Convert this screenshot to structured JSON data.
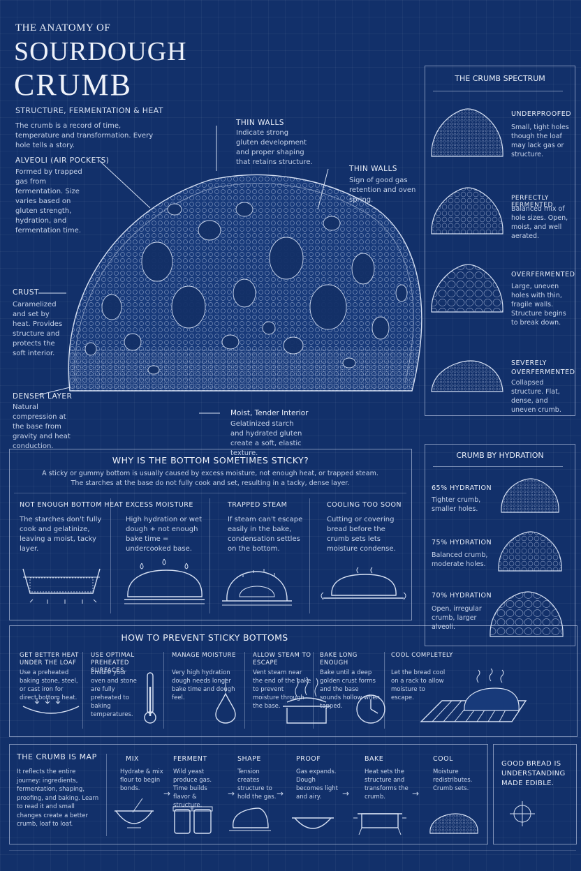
{
  "header": {
    "kicker": "THE ANATOMY OF",
    "title_line1": "SOURDOUGH",
    "title_line2": "CRUMB",
    "subtitle": "STRUCTURE, FERMENTATION & HEAT",
    "intro": "The crumb is a record of time, temperature and transformation. Every hole tells a story."
  },
  "callouts": {
    "alveoli": {
      "title": "ALVEOLI (AIR POCKETS)",
      "text": "Formed by trapped gas from fermentation. Size varies based on gluten strength, hydration, and fermentation time."
    },
    "thin_walls_top": {
      "title": "THIN WALLS",
      "text": "Indicate strong gluten development and proper shaping that retains structure."
    },
    "thin_walls_right": {
      "title": "THIN WALLS",
      "text": "Sign of good gas retention and oven spring."
    },
    "crust": {
      "title": "CRUST",
      "text": "Caramelized and set by heat. Provides structure and protects the soft interior."
    },
    "denser_layer": {
      "title": "DENSER LAYER",
      "text": "Natural compression at the base from gravity and heat conduction."
    },
    "interior": {
      "title": "Moist, Tender Interior",
      "text": "Gelatinized starch and hydrated gluten create a soft, elastic texture."
    }
  },
  "spectrum": {
    "title": "THE CRUMB SPECTRUM",
    "items": [
      {
        "label": "UNDERPROOFED",
        "text": "Small, tight holes though the loaf may lack gas or structure."
      },
      {
        "label": "PERFECTLY FERMENTED",
        "text": "Balanced mix of hole sizes. Open, moist, and well aerated."
      },
      {
        "label": "OVERFERMENTED",
        "text": "Large, uneven holes with thin, fragile walls. Structure begins to break down."
      },
      {
        "label": "SEVERELY OVERFERMENTED",
        "text": "Collapsed structure. Flat, dense, and uneven crumb."
      }
    ]
  },
  "sticky": {
    "title": "WHY IS THE BOTTOM SOMETIMES STICKY?",
    "intro1": "A sticky or gummy bottom is usually caused by excess moisture, not enough heat, or trapped steam.",
    "intro2": "The starches at the base do not fully cook and set, resulting in a tacky, dense layer.",
    "items": [
      {
        "title": "NOT ENOUGH BOTTOM HEAT",
        "text": "The starches don't fully cook and gelatinize, leaving a moist, tacky layer."
      },
      {
        "title": "EXCESS MOISTURE",
        "text": "High hydration or wet dough + not enough bake time = undercooked base."
      },
      {
        "title": "TRAPPED STEAM",
        "text": "If steam can't escape easily in the bake, condensation settles on the bottom."
      },
      {
        "title": "COOLING TOO SOON",
        "text": "Cutting or covering bread before the crumb sets lets moisture condense."
      }
    ]
  },
  "hydration": {
    "title": "CRUMB BY HYDRATION",
    "items": [
      {
        "label": "65% HYDRATION",
        "text": "Tighter crumb, smaller holes."
      },
      {
        "label": "75% HYDRATION",
        "text": "Balanced crumb, moderate holes."
      },
      {
        "label": "70% HYDRATION",
        "text": "Open, irregular crumb, larger alveoli."
      }
    ]
  },
  "prevent": {
    "title": "HOW TO PREVENT STICKY BOTTOMS",
    "items": [
      {
        "title": "GET BETTER HEAT UNDER THE LOAF",
        "text": "Use a preheated baking stone, steel, or cast iron for direct bottom heat."
      },
      {
        "title": "USE OPTIMAL PREHEATED SURFACES",
        "text": "Ensure your oven and stone are fully preheated to baking temperatures."
      },
      {
        "title": "MANAGE MOISTURE",
        "text": "Very high hydration dough needs longer bake time and dough feel."
      },
      {
        "title": "ALLOW STEAM TO ESCAPE",
        "text": "Vent steam near the end of the bake to prevent moisture through the base."
      },
      {
        "title": "BAKE LONG ENOUGH",
        "text": "Bake until a deep golden crust forms and the base sounds hollow when tapped."
      },
      {
        "title": "COOL COMPLETELY",
        "text": "Let the bread cool on a rack to allow moisture to escape."
      }
    ]
  },
  "map": {
    "title": "THE CRUMB IS MAP",
    "text": "It reflects the entire journey: ingredients, fermentation, shaping, proofing, and baking. Learn to read it and small changes create a better crumb, loaf to loaf.",
    "steps": [
      {
        "label": "MIX",
        "text": "Hydrate & mix flour to begin bonds."
      },
      {
        "label": "FERMENT",
        "text": "Wild yeast produce gas. Time builds flavor & structure."
      },
      {
        "label": "SHAPE",
        "text": "Tension creates structure to hold the gas."
      },
      {
        "label": "PROOF",
        "text": "Gas expands. Dough becomes light and airy."
      },
      {
        "label": "BAKE",
        "text": "Heat sets the structure and transforms the crumb."
      },
      {
        "label": "COOL",
        "text": "Moisture redistributes. Crumb sets."
      }
    ]
  },
  "closing": {
    "text": "GOOD BREAD IS UNDERSTANDING MADE EDIBLE."
  }
}
